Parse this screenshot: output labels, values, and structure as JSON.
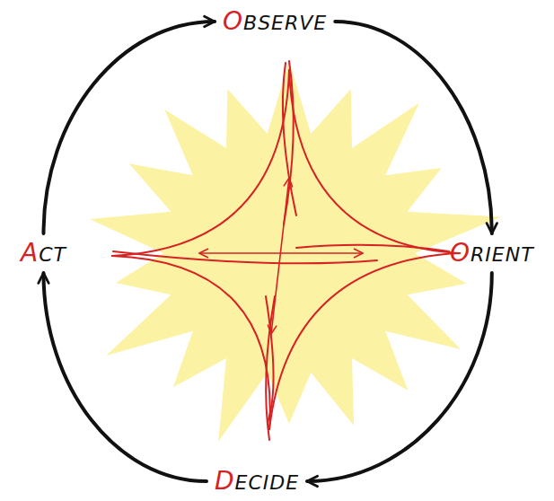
{
  "diagram": {
    "nodes": [
      {
        "text": [
          "OBSERVE"
        ]
      },
      {
        "text": [
          "ORIENT"
        ]
      },
      {
        "text": [
          "DECIDE"
        ]
      },
      {
        "text": [
          "ACT"
        ]
      }
    ],
    "edges": [
      {
        "from": 3,
        "to": 0,
        "arrow": "to"
      },
      {
        "from": 0,
        "to": 1,
        "arrow": "to"
      },
      {
        "from": 1,
        "to": 2,
        "arrow": "to"
      },
      {
        "from": 2,
        "to": 3,
        "arrow": "to"
      }
    ]
  }
}
